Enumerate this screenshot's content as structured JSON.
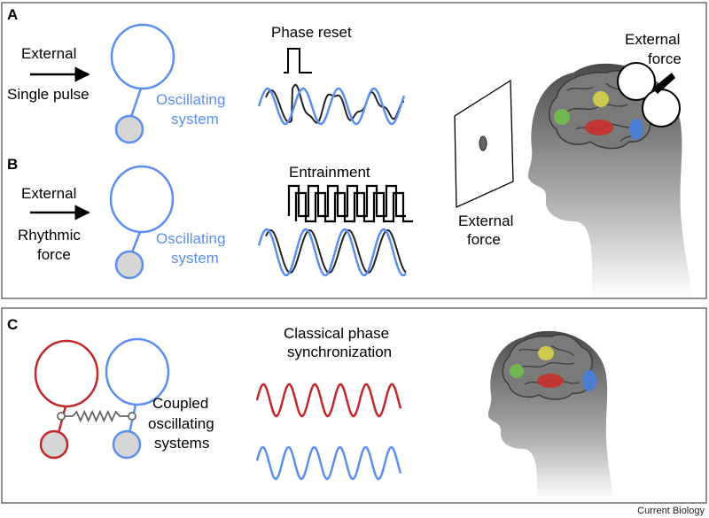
{
  "panels": {
    "A": {
      "letter": "A",
      "left_lines": [
        "External",
        "Single pulse"
      ],
      "system_lines": [
        "Oscillating",
        "system"
      ],
      "wave_title": "Phase reset"
    },
    "B": {
      "letter": "B",
      "left_lines": [
        "External",
        "Rhythmic",
        "force"
      ],
      "system_lines": [
        "Oscillating",
        "system"
      ],
      "wave_title": "Entrainment"
    },
    "C": {
      "letter": "C",
      "system_lines": [
        "Coupled",
        "oscillating",
        "systems"
      ],
      "wave_title_lines": [
        "Classical phase",
        "synchronization"
      ]
    }
  },
  "right_labels": {
    "screen_force_lines": [
      "External",
      "force"
    ],
    "head_force_lines": [
      "External",
      "force"
    ]
  },
  "credit": "Current Biology",
  "colors": {
    "blue": "#5b8ff0",
    "red": "#c0282b",
    "bob_fill": "#d6d6d6",
    "border": "#6b6b6b"
  },
  "icons": [
    "arrow-icon",
    "pendulum-icon",
    "spring-icon",
    "screen-icon",
    "head-icon",
    "coil-icon"
  ]
}
